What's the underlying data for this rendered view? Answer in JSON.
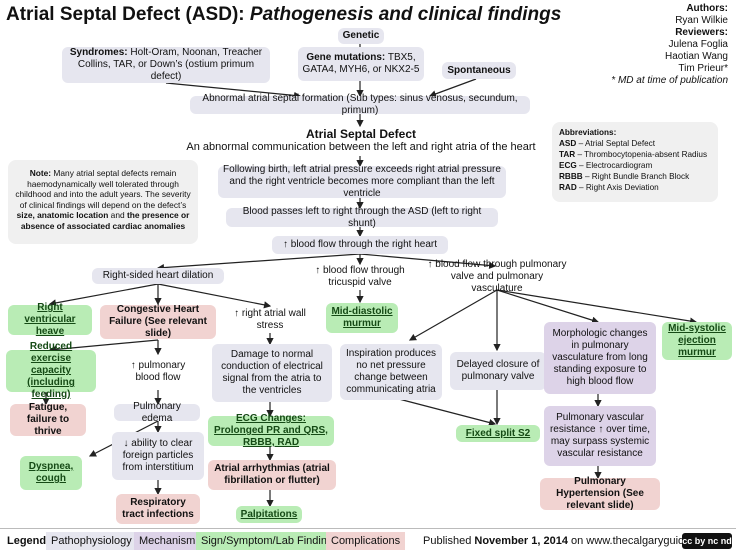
{
  "title": {
    "main": "Atrial Septal Defect (ASD):",
    "sub": "Pathogenesis and clinical findings"
  },
  "authors": {
    "authors_label": "Authors:",
    "authors": [
      "Ryan Wilkie"
    ],
    "reviewers_label": "Reviewers:",
    "reviewers": [
      "Julena Foglia",
      "Haotian Wang",
      "Tim Prieur*"
    ],
    "note": "* MD at time of publication"
  },
  "nodes": {
    "genetic": "Genetic",
    "syndromes_label": "Syndromes:",
    "syndromes_text": "Holt-Oram, Noonan, Treacher Collins, TAR, or Down’s (ostium primum defect)",
    "gene_label": "Gene mutations:",
    "gene_text": "TBX5, GATA4, MYH6, or NKX2-5",
    "spontaneous": "Spontaneous",
    "abnormal": "Abnormal atrial septal formation (Sub types: sinus venosus, secundum, primum)",
    "asd_title": "Atrial Septal Defect",
    "asd_def": "An abnormal communication between the left and right atria of the heart",
    "following_birth": "Following birth, left atrial pressure exceeds right atrial pressure and the right ventricle becomes more compliant than the left ventricle",
    "blood_passes": "Blood passes left to right through the ASD (left to right shunt)",
    "flow_rh": "↑ blood flow through the right heart",
    "rh_dilation": "Right-sided heart dilation",
    "flow_tricuspid": "↑ blood flow through tricuspid valve",
    "flow_pulm": "↑ blood flow through pulmonary valve and pulmonary vasculature",
    "rv_heave": "Right ventricular heave",
    "chf": "Congestive Heart Failure (See relevant slide)",
    "ra_stress": "↑ right atrial wall stress",
    "mid_diastolic": "Mid-diastolic murmur",
    "mid_systolic": "Mid-systolic ejection murmur",
    "reduced_ex": "Reduced exercise capacity (including feeding)",
    "pulm_blood": "↑ pulmonary blood flow",
    "damage": "Damage to normal conduction of electrical signal from the atria to the ventricles",
    "inspiration": "Inspiration produces no net pressure change between communicating atria",
    "delayed": "Delayed closure of pulmonary valve",
    "morphologic": "Morphologic changes in pulmonary vasculature from long standing exposure to high blood flow",
    "fatigue": "Fatigue, failure to thrive",
    "pulm_edema": "Pulmonary edema",
    "ecg": "ECG Changes: Prolonged PR and QRS, RBBB, RAD",
    "fixed_split": "Fixed split S2",
    "pvr": "Pulmonary vascular resistance ↑ over time, may surpass systemic vascular resistance",
    "dyspnea": "Dyspnea, cough",
    "clear": "↓ ability to clear foreign particles from interstitium",
    "arrhythmias": "Atrial arrhythmias (atrial fibrillation or flutter)",
    "pht": "Pulmonary Hypertension (See relevant slide)",
    "rti": "Respiratory tract infections",
    "palpitations": "Palpitations"
  },
  "note": {
    "label": "Note:",
    "text": "Many atrial septal defects remain haemodynamically well tolerated through childhood and into the adult years. The severity of clinical findings will depend on the defect’s",
    "bold_tail": "size, anatomic location",
    "and": "and",
    "bold_end": "the presence or absence of associated cardiac anomalies"
  },
  "abbreviations": {
    "label": "Abbreviations:",
    "items": [
      {
        "abbr": "ASD",
        "def": "– Atrial Septal Defect"
      },
      {
        "abbr": "TAR",
        "def": "– Thrombocytopenia-absent Radius"
      },
      {
        "abbr": "ECG",
        "def": "– Electrocardiogram"
      },
      {
        "abbr": "RBBB",
        "def": "– Right Bundle Branch Block"
      },
      {
        "abbr": "RAD",
        "def": "– Right Axis Deviation"
      }
    ]
  },
  "legend": {
    "label": "Legend:",
    "items": [
      "Pathophysiology",
      "Mechanism",
      "Sign/Symptom/Lab Finding",
      "Complications"
    ],
    "published_prefix": "Published",
    "published_date": "November 1, 2014",
    "published_suffix": "on www.thecalgaryguide.com",
    "license": "cc by nc nd"
  },
  "colors": {
    "pathophysiology": "#e6e6ef",
    "mechanism": "#ddd3e8",
    "sign": "#b9ecb5",
    "complications": "#f1d3d1"
  }
}
